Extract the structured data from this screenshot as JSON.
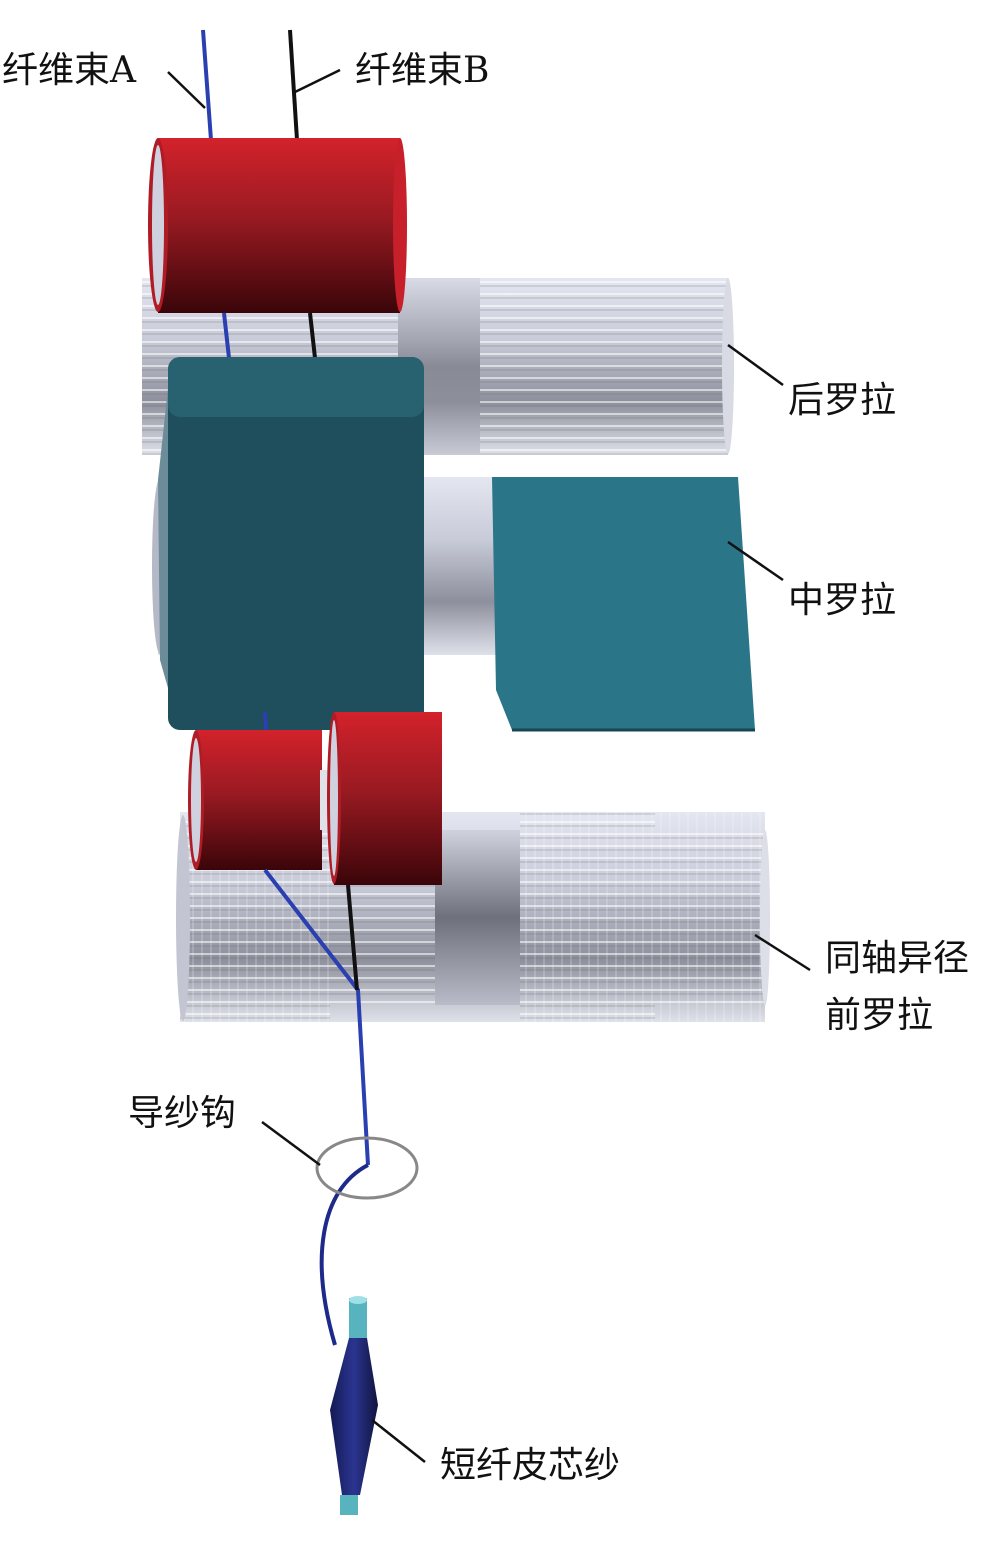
{
  "labels": {
    "fiber_a": "纤维束A",
    "fiber_b": "纤维束B",
    "back_roller": "后罗拉",
    "middle_roller": "中罗拉",
    "front_roller_line1": "同轴异径",
    "front_roller_line2": "前罗拉",
    "yarn_guide": "导纱钩",
    "core_sheath_yarn": "短纤皮芯纱"
  },
  "colors": {
    "fiber_a": "#2a3fb0",
    "fiber_b": "#111111",
    "top_roller_red": "#c8202a",
    "apron_dark": "#1f4f5c",
    "apron_light": "#2b7589",
    "roller_grey": "#c9ccd8"
  }
}
